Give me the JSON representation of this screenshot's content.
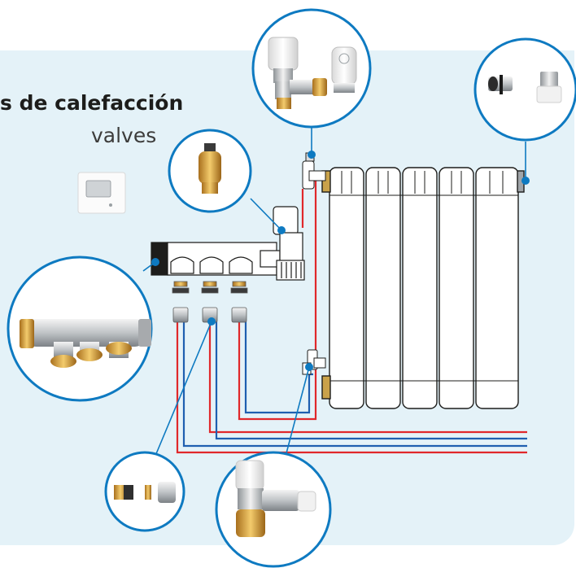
{
  "header": {
    "title_fragment": "s de calefacción",
    "subtitle_fragment": "valves"
  },
  "colors": {
    "panel_background": "#e4f2f8",
    "callout_ring": "#0e7ac1",
    "hot_pipe": "#e0282b",
    "cold_pipe": "#1f5fb0"
  },
  "components": [
    {
      "name": "thermostatic-valve-kit"
    },
    {
      "name": "radiator-plug-kit"
    },
    {
      "name": "air-vent-valve"
    },
    {
      "name": "manifold"
    },
    {
      "name": "compression-fittings"
    },
    {
      "name": "lockshield-valve"
    },
    {
      "name": "room-thermostat"
    },
    {
      "name": "radiator"
    }
  ]
}
